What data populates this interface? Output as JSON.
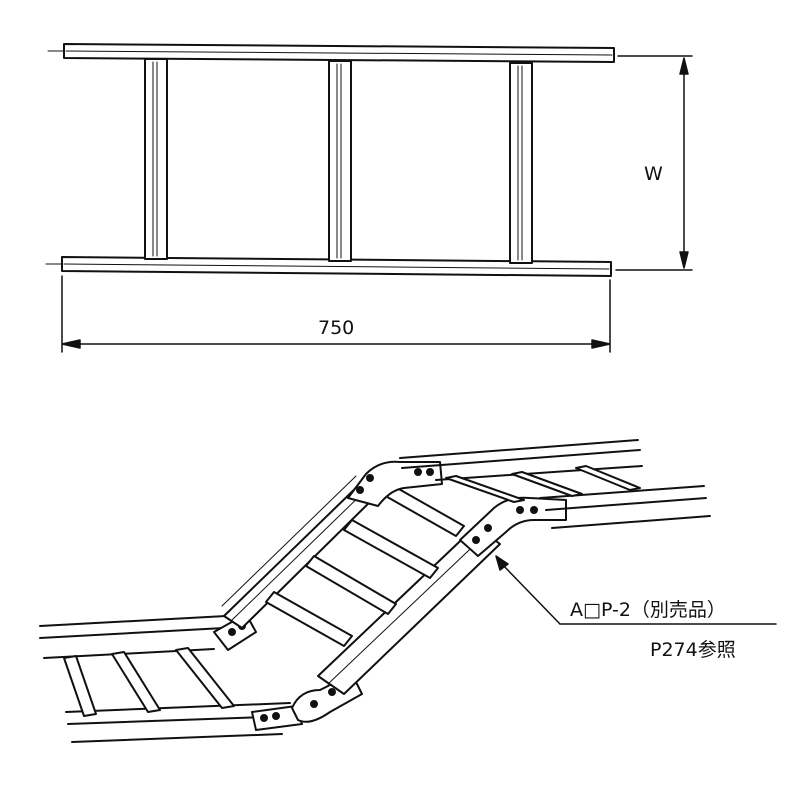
{
  "top_view": {
    "width_label": "W",
    "length_label": "750"
  },
  "lower_view": {
    "part_callout_line1": "A□P-2（別売品）",
    "part_callout_line2": "P274参照"
  }
}
